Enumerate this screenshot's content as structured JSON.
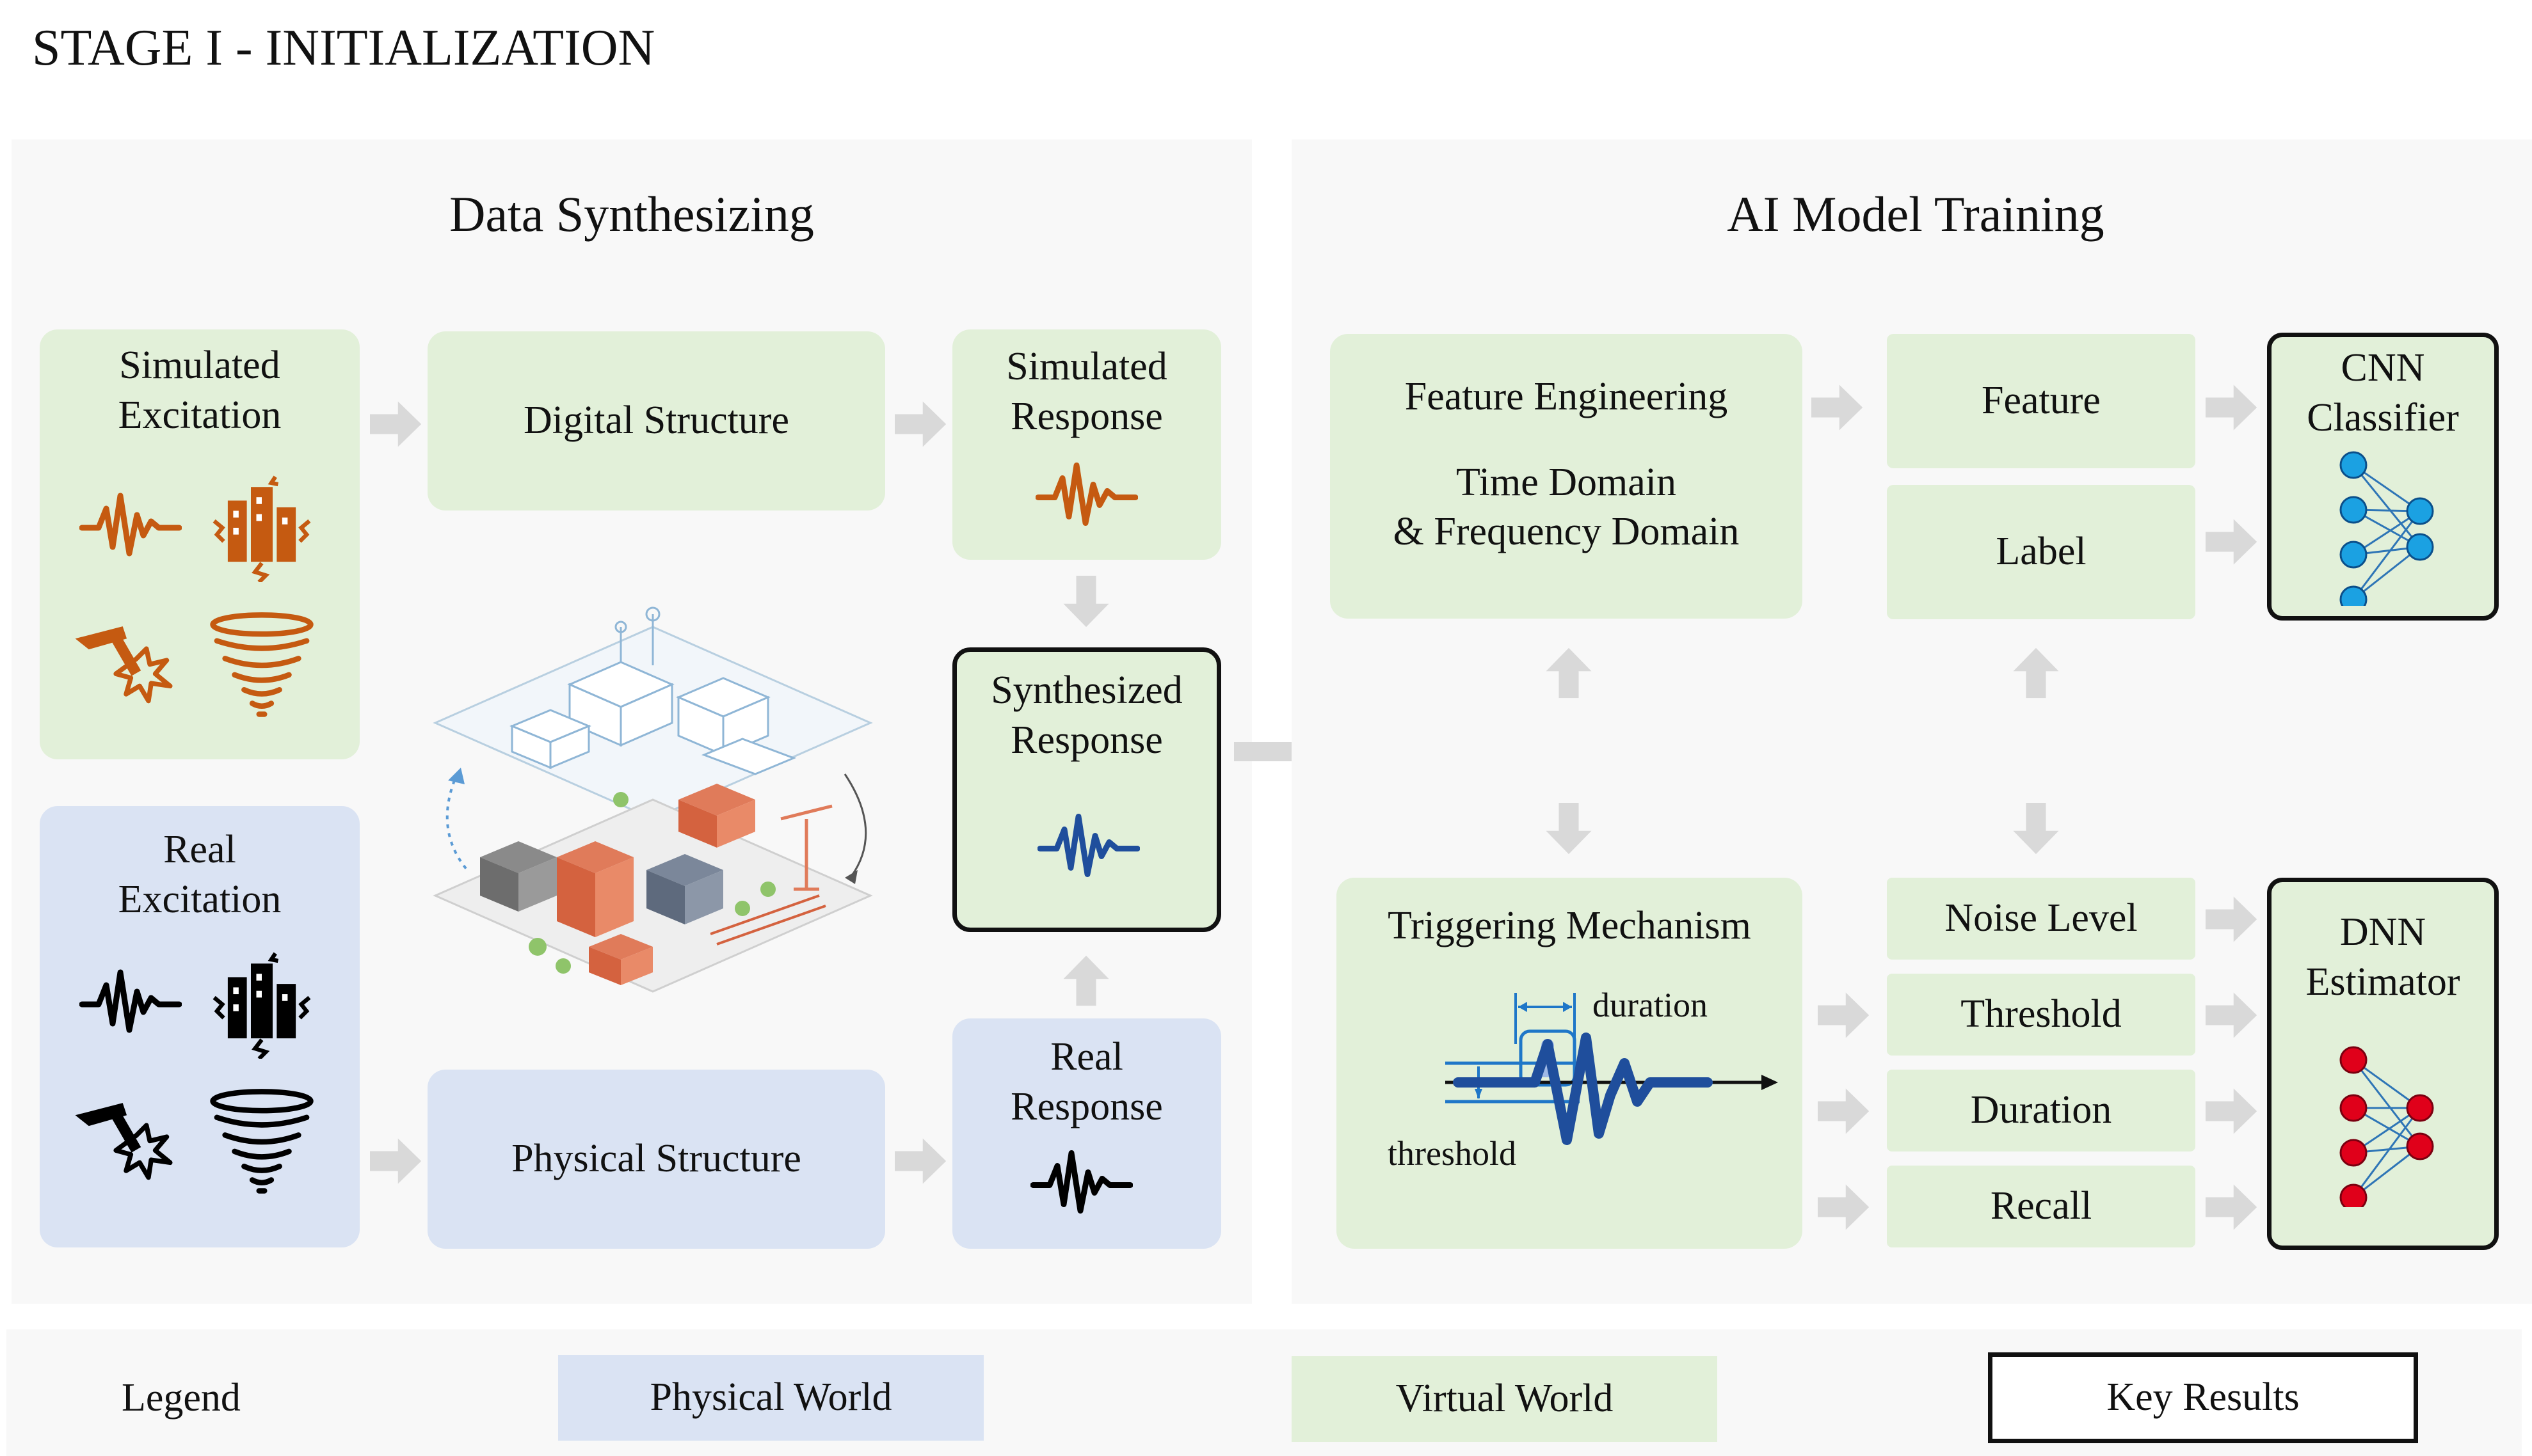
{
  "stage_title": "STAGE I - INITIALIZATION",
  "left_panel": {
    "title": "Data Synthesizing",
    "simulated_excitation": {
      "line1": "Simulated",
      "line2": "Excitation"
    },
    "real_excitation": {
      "line1": "Real",
      "line2": "Excitation"
    },
    "digital_structure": "Digital Structure",
    "physical_structure": "Physical Structure",
    "simulated_response": {
      "line1": "Simulated",
      "line2": "Response"
    },
    "synthesized_response": {
      "line1": "Synthesized",
      "line2": "Response"
    },
    "real_response": {
      "line1": "Real",
      "line2": "Response"
    }
  },
  "right_panel": {
    "title": "AI Model Training",
    "feature_engineering": {
      "line1": "Feature Engineering",
      "line2": "Time Domain",
      "line3": "& Frequency Domain"
    },
    "feature": "Feature",
    "label": "Label",
    "cnn": {
      "line1": "CNN",
      "line2": "Classifier"
    },
    "triggering": {
      "title": "Triggering Mechanism",
      "duration": "duration",
      "threshold": "threshold"
    },
    "noise_level": "Noise Level",
    "threshold": "Threshold",
    "duration": "Duration",
    "recall": "Recall",
    "dnn": {
      "line1": "DNN",
      "line2": "Estimator"
    }
  },
  "legend": {
    "label": "Legend",
    "physical": "Physical World",
    "virtual": "Virtual World",
    "key": "Key Results"
  },
  "colors": {
    "green": "#e2f0d9",
    "blue": "#dae3f3",
    "orange_icon": "#c55a11",
    "blue_wave": "#1f4e9c",
    "cnn_node": "#1ba1e2",
    "dnn_node": "#e0001a"
  }
}
